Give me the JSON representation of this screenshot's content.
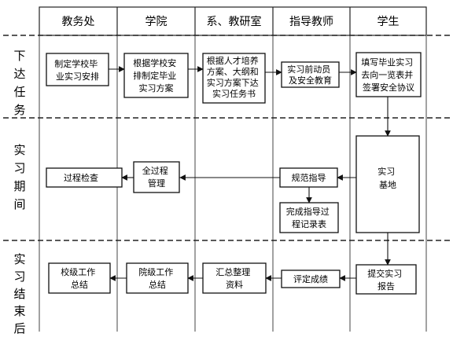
{
  "header": {
    "columns": [
      {
        "id": "jwc",
        "label": "教务处"
      },
      {
        "id": "xy",
        "label": "学院"
      },
      {
        "id": "xi",
        "label": "系、教研室"
      },
      {
        "id": "zd",
        "label": "指导教师"
      },
      {
        "id": "xs",
        "label": "学生"
      }
    ]
  },
  "stages": [
    {
      "id": "xiada",
      "label": "下达任务"
    },
    {
      "id": "shixi",
      "label": "实习期间"
    },
    {
      "id": "jieshu",
      "label": "实习结束后"
    }
  ],
  "boxes": [
    {
      "id": "jwc-plan",
      "lines": [
        "制定学校毕",
        "业实习安排"
      ]
    },
    {
      "id": "xy-plan",
      "lines": [
        "根据学校安",
        "排制定毕业",
        "实习方案"
      ]
    },
    {
      "id": "xi-task",
      "lines": [
        "根据人才培养",
        "方案、大纲和",
        "实习方案下达",
        "实习任务书"
      ]
    },
    {
      "id": "zd-mobilize",
      "lines": [
        "实习前动员",
        "及安全教育"
      ]
    },
    {
      "id": "xs-sign",
      "lines": [
        "填写毕业实习",
        "去向一览表并",
        "签署安全协议"
      ]
    },
    {
      "id": "jwc-check",
      "lines": [
        "过程检查"
      ]
    },
    {
      "id": "xy-manage",
      "lines": [
        "全过程",
        "管理"
      ]
    },
    {
      "id": "zd-guide",
      "lines": [
        "规范指导"
      ]
    },
    {
      "id": "zd-record",
      "lines": [
        "完成指导过",
        "程记录表"
      ]
    },
    {
      "id": "xs-base",
      "lines": [
        "实习",
        "基地"
      ]
    },
    {
      "id": "xs-report",
      "lines": [
        "提交实习",
        "报告"
      ]
    },
    {
      "id": "zd-grade",
      "lines": [
        "评定成绩"
      ]
    },
    {
      "id": "xi-summary",
      "lines": [
        "汇总整理",
        "资料"
      ]
    },
    {
      "id": "xy-summary",
      "lines": [
        "院级工作",
        "总结"
      ]
    },
    {
      "id": "jwc-summary",
      "lines": [
        "校级工作",
        "总结"
      ]
    }
  ]
}
